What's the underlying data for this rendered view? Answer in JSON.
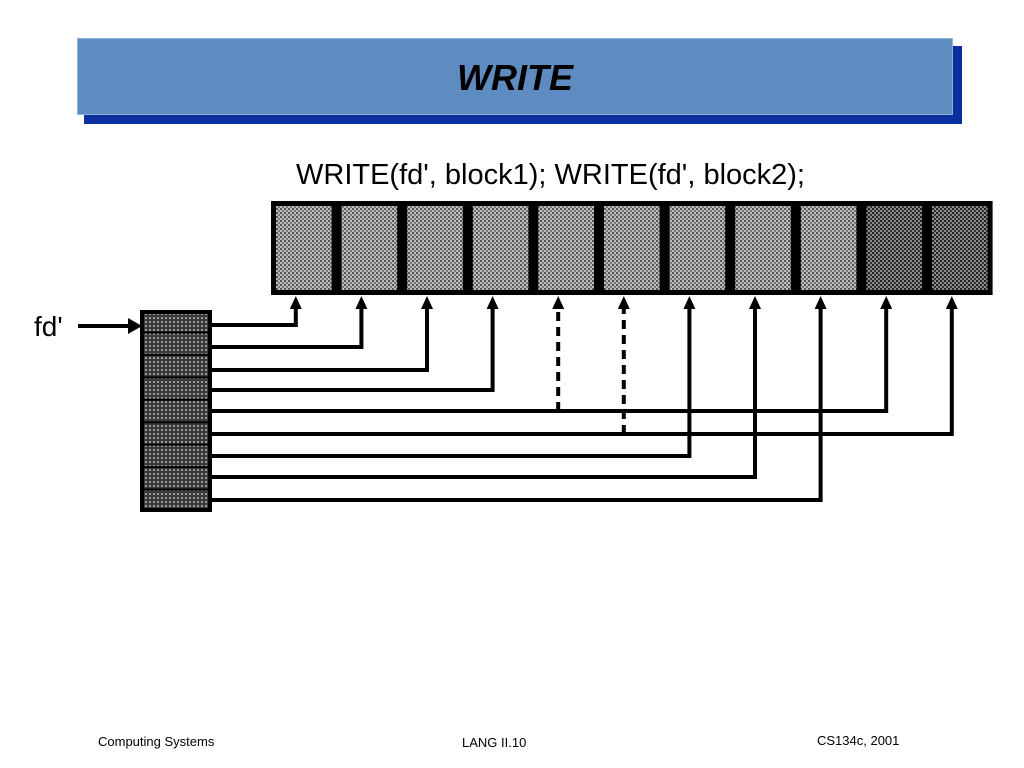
{
  "slide": {
    "title": "WRITE",
    "footer_left": "Computing Systems",
    "footer_center": "LANG II.10",
    "footer_right": "CS134c, 2001"
  },
  "diagram": {
    "caption": "WRITE(fd', block1); WRITE(fd', block2);",
    "descriptor_label": "fd'",
    "colors": {
      "ink": "#000000",
      "block_fill_light": "#9a9a9a",
      "block_fill_dark": "#555555",
      "title_bar": "#5f8cc0",
      "title_shadow": "#0b2fa0"
    }
  }
}
